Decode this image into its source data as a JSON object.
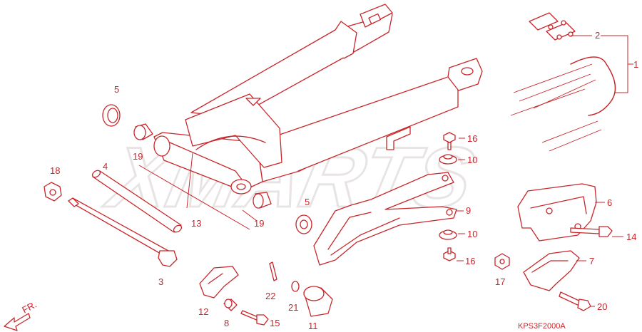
{
  "diagram": {
    "code": "KPS3F2000A",
    "direction_label": "FR.",
    "watermark": "XMARTS",
    "colors": {
      "line": "#c8262a",
      "background": "#ffffff"
    },
    "callouts": [
      "1",
      "2",
      "3",
      "4",
      "5",
      "5",
      "6",
      "7",
      "8",
      "9",
      "10",
      "10",
      "11",
      "12",
      "13",
      "14",
      "15",
      "16",
      "16",
      "17",
      "18",
      "19",
      "19",
      "20",
      "21",
      "22"
    ]
  }
}
